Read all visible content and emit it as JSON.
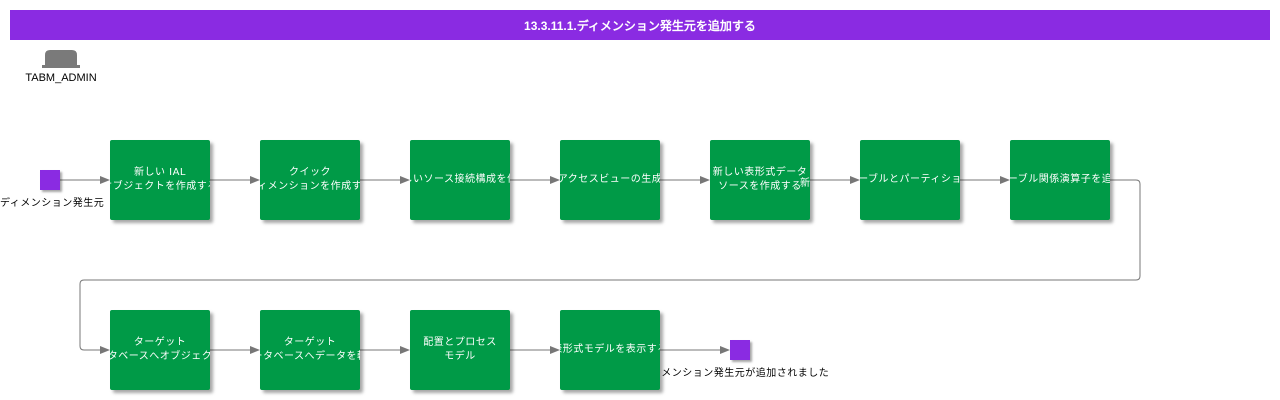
{
  "header": {
    "title": "13.3.11.1.ディメンション発生元を追加する"
  },
  "actor": {
    "label": "TABM_ADMIN",
    "icon": "database-icon"
  },
  "start": {
    "label": "ディメンション発生元"
  },
  "end": {
    "label": "ディメンション発生元が追加されました"
  },
  "steps": [
    {
      "lines": [
        "新しい IAL",
        "オブジェクトを作成する"
      ]
    },
    {
      "lines": [
        "クイック",
        "ディメンションを作成する"
      ]
    },
    {
      "lines": [
        "新しいソース接続構成を作成"
      ]
    },
    {
      "lines": [
        "アクセスビューの生成"
      ]
    },
    {
      "lines": [
        "新しい表形式データ",
        "ソースを作成する"
      ]
    },
    {
      "lines": [
        "テーブルとパーティション"
      ]
    },
    {
      "lines": [
        "テーブル関係演算子を追加"
      ]
    },
    {
      "lines": [
        "ターゲット",
        "データベースへオブジェクトを"
      ]
    },
    {
      "lines": [
        "ターゲット",
        "データベースへデータを転送"
      ]
    },
    {
      "lines": [
        "配置とプロセス",
        "モデル"
      ]
    },
    {
      "lines": [
        "表形式モデルを表示する"
      ]
    }
  ],
  "stray_label": "新",
  "colors": {
    "banner": "#8a2be2",
    "step": "#009a47",
    "marker": "#8a2be2",
    "connector": "#777777"
  }
}
